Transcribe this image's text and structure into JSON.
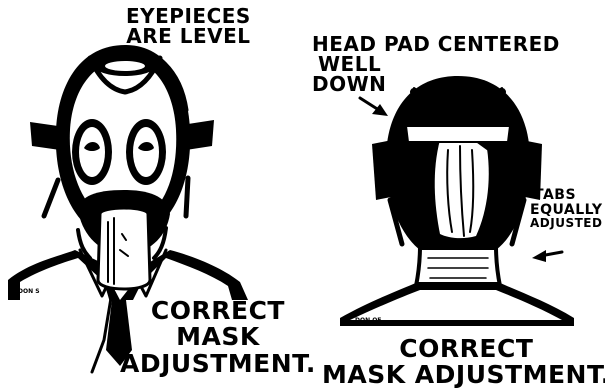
{
  "front": {
    "caption_top": [
      "EYEPIECES",
      "ARE LEVEL"
    ],
    "caption_bottom": [
      "CORRECT",
      "MASK",
      "ADJUSTMENT."
    ],
    "signature": "DON S"
  },
  "back": {
    "caption_head_pad": [
      "HEAD PAD CENTERED",
      "WELL",
      "DOWN"
    ],
    "caption_tabs": [
      "TABS",
      "EQUALLY",
      "ADJUSTED"
    ],
    "caption_bottom": [
      "CORRECT",
      "MASK ADJUSTMENT."
    ],
    "signature": "DON OF"
  },
  "icons": [
    "arrow-icon",
    "arrow-icon"
  ],
  "colors": {
    "ink": "#000000",
    "paper": "#ffffff"
  }
}
